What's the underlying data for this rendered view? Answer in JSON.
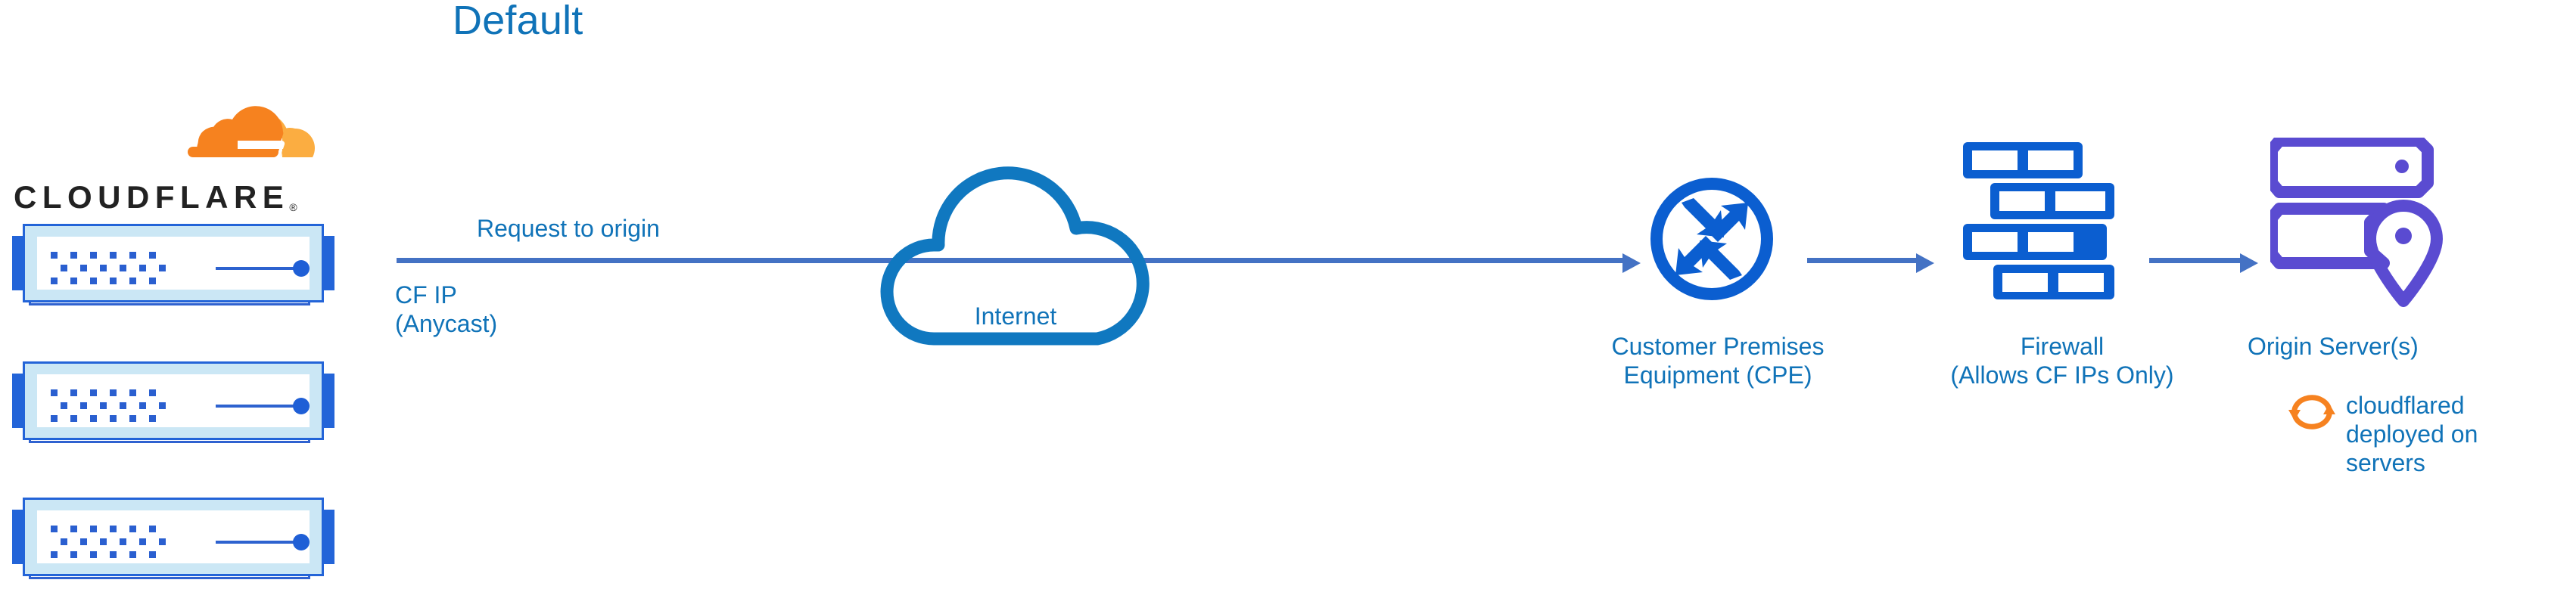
{
  "title": "Default",
  "colors": {
    "label_blue": "#1073b8",
    "arrow_blue": "#4472c4",
    "icon_blue": "#0b5ed0",
    "cloud_blue": "#1078c0",
    "server_purple": "#5a4bd1",
    "cf_orange_dark": "#f6821f",
    "cf_orange_light": "#fbad41",
    "wordmark_black": "#222222"
  },
  "brand": {
    "logo_icon_name": "cloudflare-cloud-logo",
    "wordmark": "CLOUDFLARE",
    "registered_mark": "®"
  },
  "edge_servers": {
    "icon_name": "cloudflare-edge-server",
    "count": 3
  },
  "labels": {
    "request_to_origin": "Request to origin",
    "cf_ip_line1": "CF IP",
    "cf_ip_line2": "(Anycast)",
    "internet": "Internet",
    "cpe_line1": "Customer Premises",
    "cpe_line2": "Equipment (CPE)",
    "firewall_line1": "Firewall",
    "firewall_line2": "(Allows CF IPs Only)",
    "origin_server": "Origin Server(s)",
    "cloudflared_line1": "cloudflared",
    "cloudflared_line2": "deployed on",
    "cloudflared_line3": "servers"
  },
  "icons": {
    "internet_cloud": "cloud-icon",
    "cpe": "router-four-arrows-circle-icon",
    "firewall": "brick-wall-icon",
    "origin_server": "server-rack-location-pin-icon",
    "cloudflared": "sync-circular-arrows-icon"
  },
  "flow": {
    "arrows": [
      {
        "name": "cf-to-cpe",
        "label": "Request to origin"
      },
      {
        "name": "cpe-to-firewall",
        "label": ""
      },
      {
        "name": "firewall-to-origin",
        "label": ""
      }
    ]
  }
}
